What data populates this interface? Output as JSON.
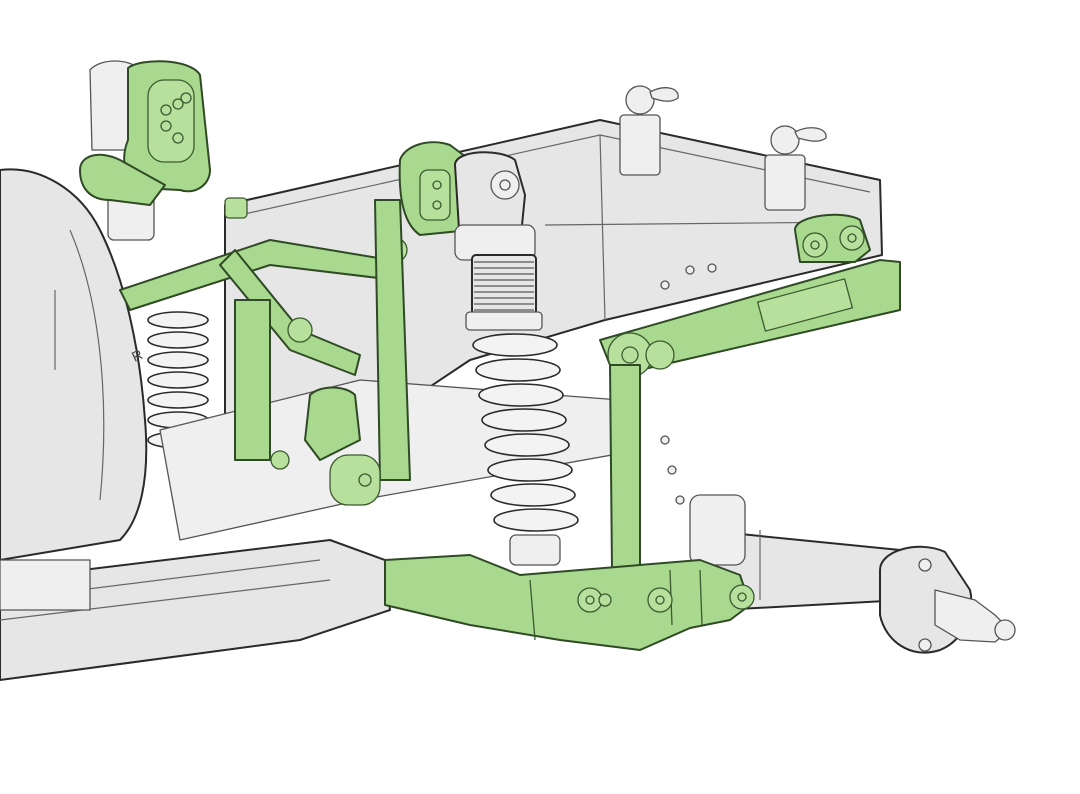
{
  "figure": {
    "description": "Technical line-art illustration of an RC crawler front suspension: chassis frame rails, coilover shocks, links and axle, with highlighted parts in green",
    "highlight_color": "#a9d98e",
    "outline_color": "#2a2a2a",
    "base_part_color": "#e6e6e6",
    "background_color": "#ffffff"
  },
  "annotations": {
    "side_marking": "R"
  },
  "parts": {
    "highlighted": [
      "upper-shock-mount-left",
      "servo-link-assembly",
      "shock-tower-right",
      "lower-link-mount",
      "panhard-bar",
      "bumper-mount",
      "axle-truss-bracket"
    ],
    "grey": [
      "chassis-frame-rail",
      "front-crossmember",
      "coilover-shock-front",
      "coilover-shock-rear",
      "axle-tube",
      "wheel-hub",
      "body-post-left",
      "body-post-right",
      "transmission-housing"
    ]
  }
}
